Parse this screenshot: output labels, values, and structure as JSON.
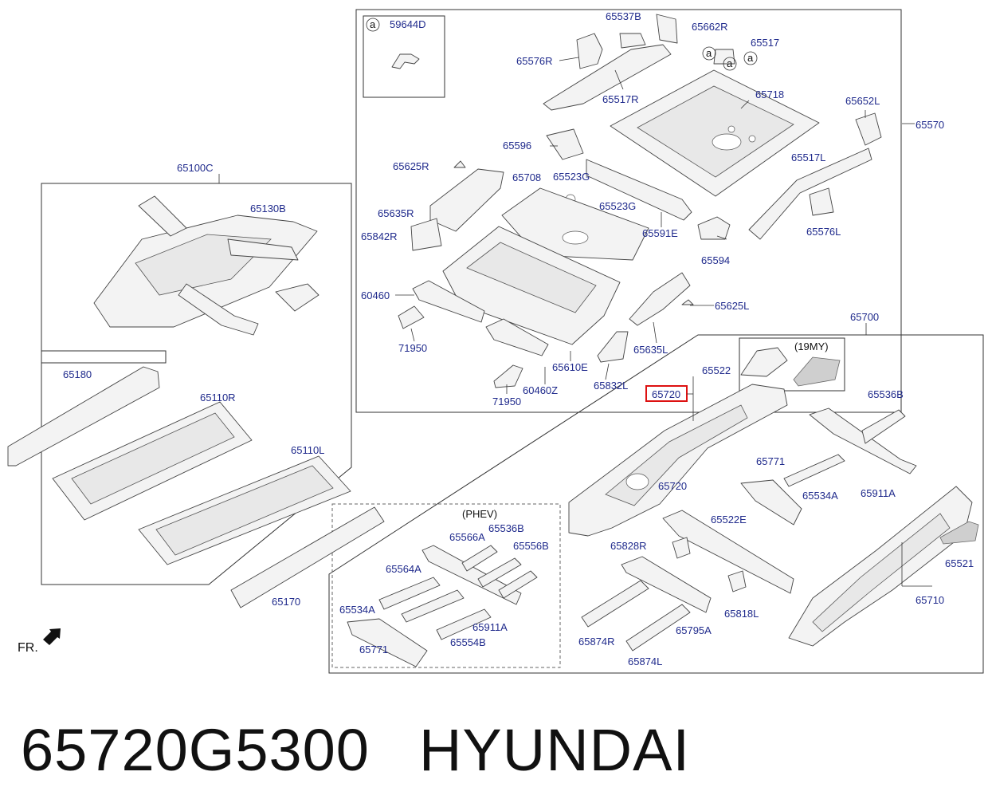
{
  "part_number": "65720G5300",
  "brand": "HYUNDAI",
  "front_marker": "FR.",
  "highlighted_label": "65720",
  "inset_labels": {
    "variant_19my": "(19MY)",
    "variant_phev": "(PHEV)",
    "circle_ref": "a"
  },
  "callouts": [
    "59644D",
    "65537B",
    "65662R",
    "65517",
    "65576R",
    "65517R",
    "65718",
    "65652L",
    "65570",
    "65596",
    "65517L",
    "65625R",
    "65708",
    "65523G",
    "65523G",
    "65635R",
    "65591E",
    "65576L",
    "65842R",
    "65594",
    "60460",
    "65625L",
    "71950",
    "65610E",
    "65635L",
    "60460Z",
    "65832L",
    "71950",
    "65700",
    "65100C",
    "65130B",
    "65180",
    "65110R",
    "65110L",
    "65170",
    "65522",
    "65536B",
    "65720",
    "65771",
    "65534A",
    "65911A",
    "65522E",
    "65828R",
    "65521",
    "65818L",
    "65710",
    "65874R",
    "65795A",
    "65874L",
    "65566A",
    "65536B",
    "65556B",
    "65564A",
    "65534A",
    "65911A",
    "65554B",
    "65771"
  ]
}
